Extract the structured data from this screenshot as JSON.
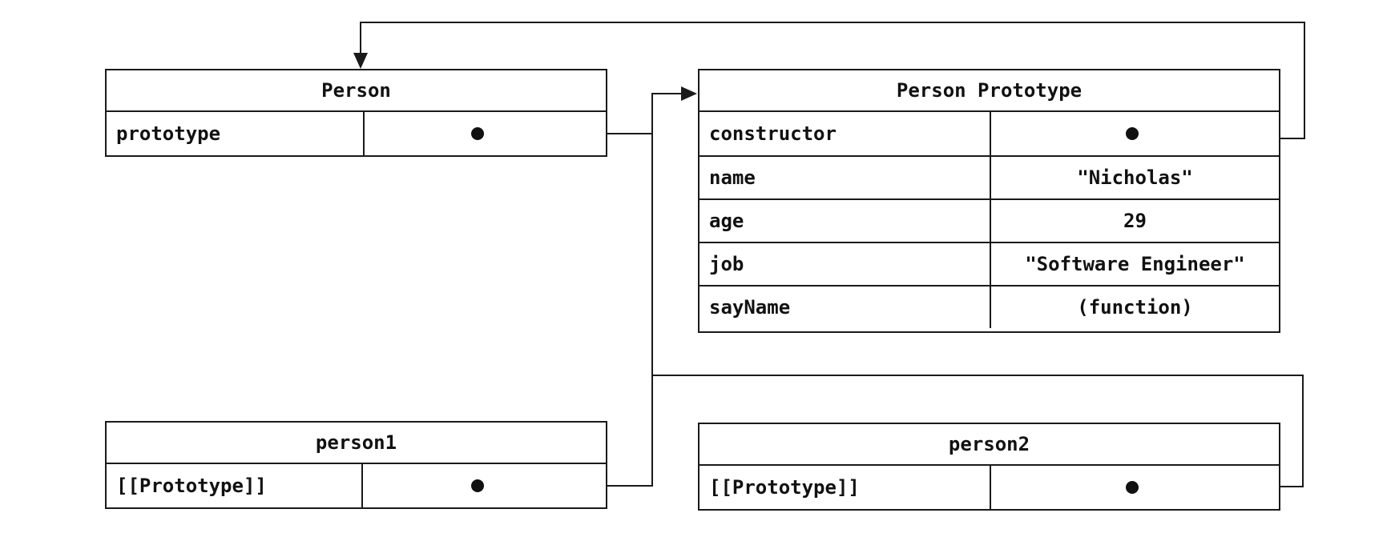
{
  "person": {
    "title": "Person",
    "row_key": "prototype"
  },
  "prototype_box": {
    "title": "Person Prototype",
    "rows": [
      {
        "key": "constructor",
        "value": ""
      },
      {
        "key": "name",
        "value": "\"Nicholas\""
      },
      {
        "key": "age",
        "value": "29"
      },
      {
        "key": "job",
        "value": "\"Software Engineer\""
      },
      {
        "key": "sayName",
        "value": "(function)"
      }
    ]
  },
  "person1": {
    "title": "person1",
    "row_key": "[[Prototype]]"
  },
  "person2": {
    "title": "person2",
    "row_key": "[[Prototype]]"
  },
  "colors": {
    "line": "#1a1a1a",
    "background": "#ffffff"
  }
}
